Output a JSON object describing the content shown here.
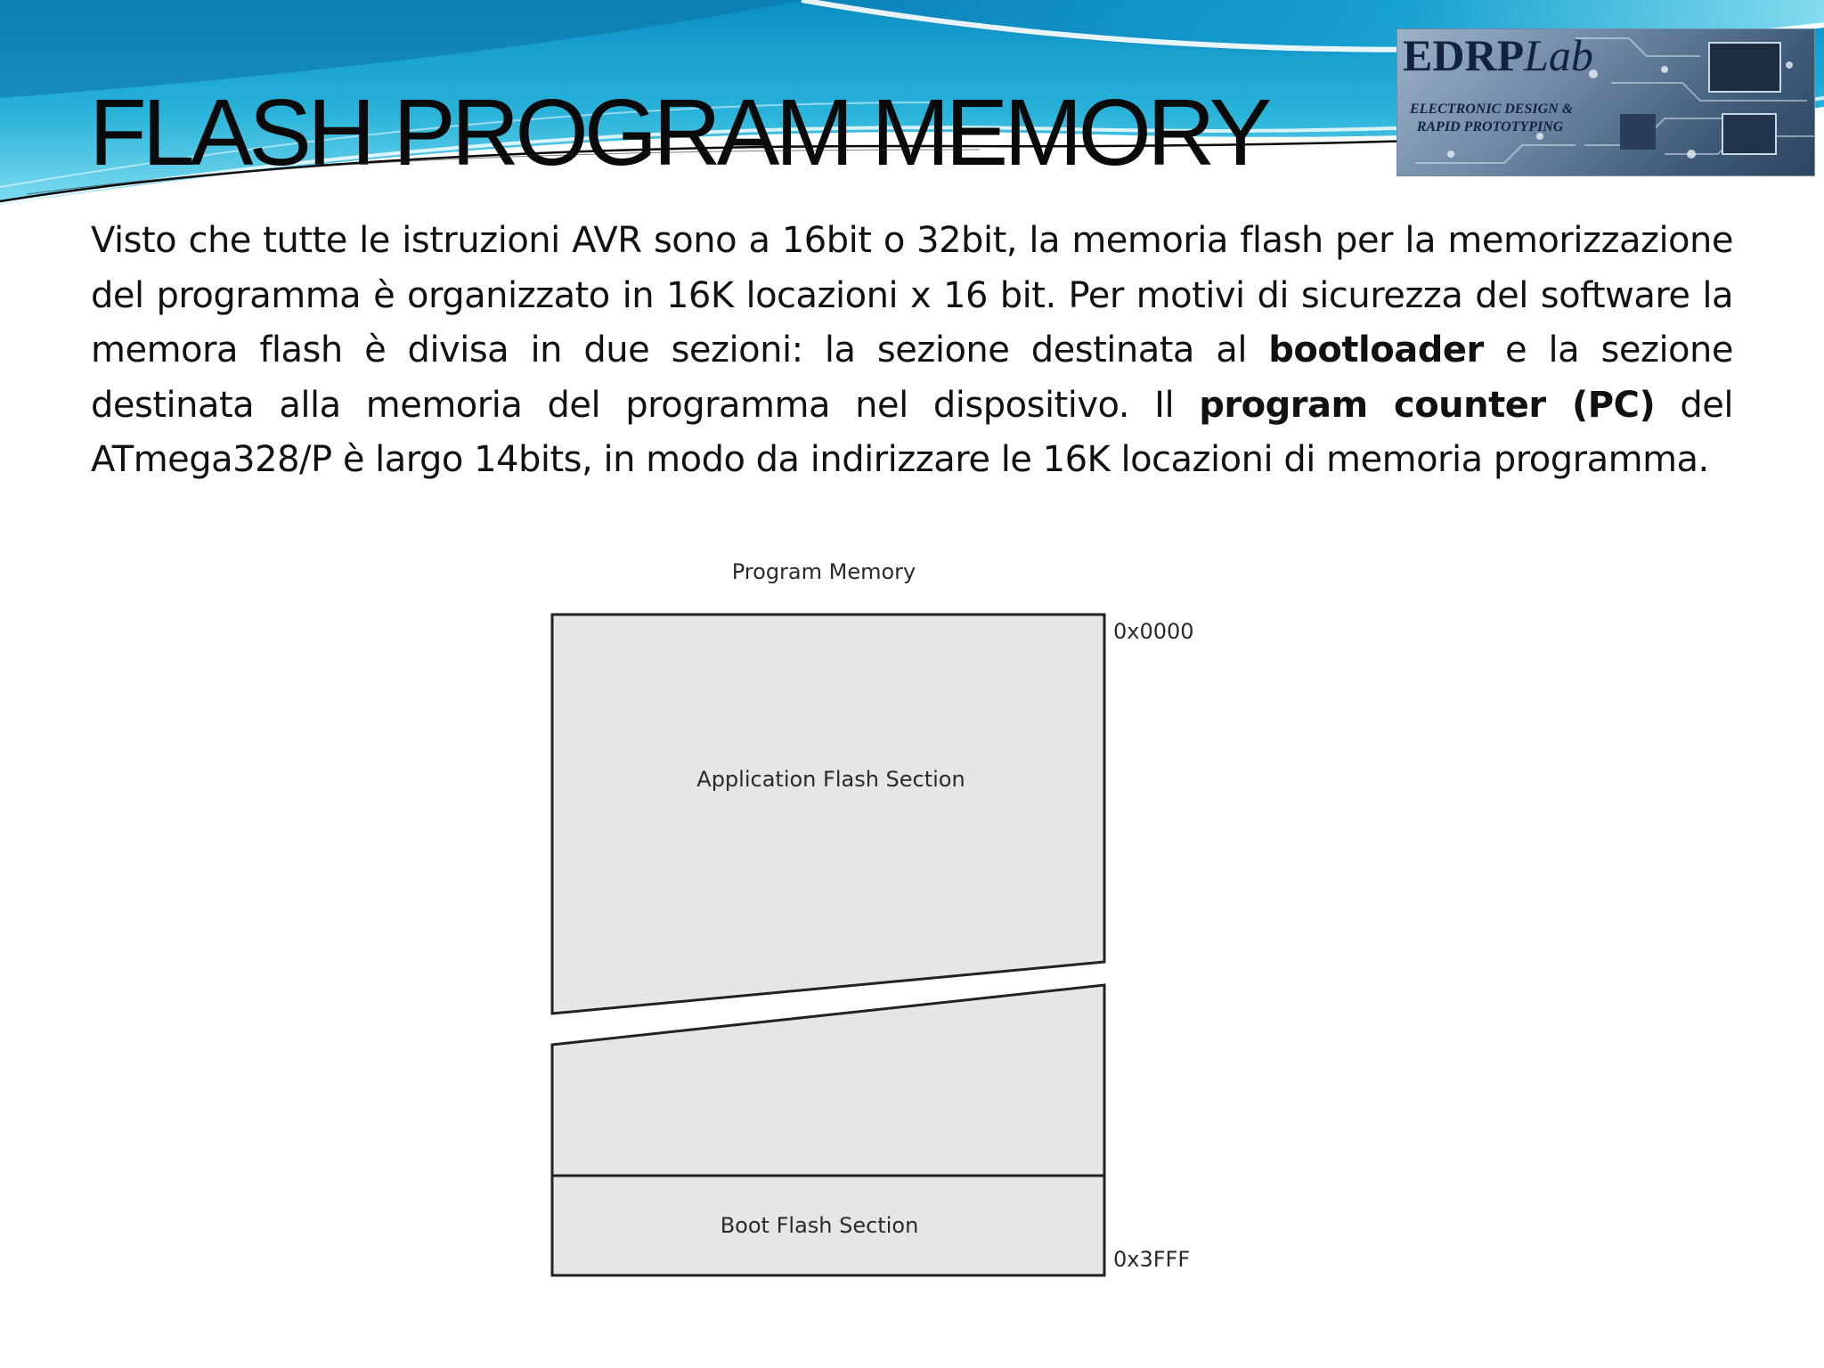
{
  "slide": {
    "title": "FLASH PROGRAM MEMORY",
    "body": [
      {
        "text": "Visto che tutte le istruzioni AVR sono a 16bit o 32bit, la memoria flash  per la memorizzazione del programma è organizzato in 16K locazioni x 16 bit. Per motivi di sicurezza del software la memora flash è divisa in due sezioni: la sezione destinata al ",
        "bold": false
      },
      {
        "text": "bootloader",
        "bold": true
      },
      {
        "text": " e la sezione destinata alla memoria del programma nel dispositivo. Il ",
        "bold": false
      },
      {
        "text": "program counter (PC)",
        "bold": true
      },
      {
        "text": " del ATmega328/P è largo 14bits, in modo da indirizzare le 16K locazioni di memoria programma.",
        "bold": false
      }
    ]
  },
  "logo": {
    "brand_main": "EDRP",
    "brand_suffix": "Lab",
    "tagline_line1": "ELECTRONIC DESIGN &",
    "tagline_line2": "RAPID PROTOTYPING"
  },
  "diagram": {
    "title": "Program Memory",
    "sections": {
      "application": "Application Flash Section",
      "boot": "Boot Flash Section"
    },
    "addresses": {
      "start": "0x0000",
      "end": "0x3FFF"
    }
  },
  "colors": {
    "header_gradient_top": "#0a8fc4",
    "header_gradient_mid": "#3cc6e4",
    "header_wave": "#0d6fa8",
    "section_fill": "#e6e6e6",
    "section_stroke": "#222222"
  }
}
